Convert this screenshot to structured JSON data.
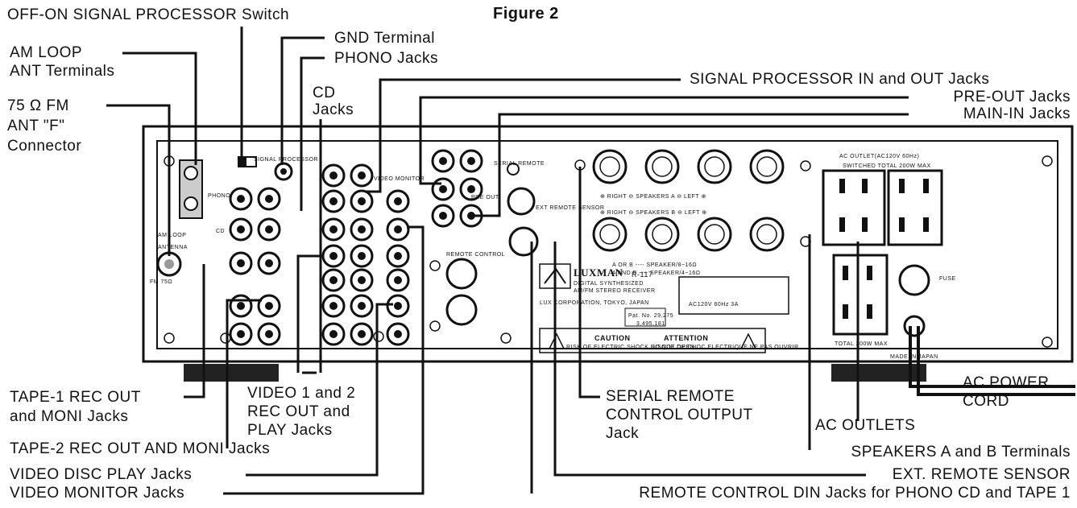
{
  "figure_title": "Figure 2",
  "callouts": {
    "off_on_switch": "OFF-ON SIGNAL PROCESSOR Switch",
    "gnd_terminal": "GND Terminal",
    "phono_jacks": "PHONO Jacks",
    "am_loop_1": "AM LOOP",
    "am_loop_2": "ANT Terminals",
    "fm_1": "75 Ω FM",
    "fm_2": "ANT \"F\"",
    "fm_3": "Connector",
    "cd_1": "CD",
    "cd_2": "Jacks",
    "sp_in_out": "SIGNAL PROCESSOR IN and OUT Jacks",
    "pre_out": "PRE-OUT Jacks",
    "main_in": "MAIN-IN Jacks",
    "tape1_1": "TAPE-1 REC OUT",
    "tape1_2": "and MONI Jacks",
    "video12_1": "VIDEO 1 and 2",
    "video12_2": "REC OUT and",
    "video12_3": "PLAY Jacks",
    "tape2": "TAPE-2 REC OUT AND MONI Jacks",
    "video_disc": "VIDEO DISC PLAY Jacks",
    "video_monitor": "VIDEO MONITOR Jacks",
    "serial_1": "SERIAL REMOTE",
    "serial_2": "CONTROL OUTPUT",
    "serial_3": "Jack",
    "ac_outlets": "AC OUTLETS",
    "ac_power_1": "AC POWER",
    "ac_power_2": "CORD",
    "speakers": "SPEAKERS A and B Terminals",
    "ext_remote": "EXT. REMOTE SENSOR",
    "remote_din": "REMOTE CONTROL DIN Jacks for PHONO CD and TAPE 1"
  },
  "panel": {
    "brand": "LUXMAN",
    "model": "R-117",
    "desc1": "DIGITAL SYNTHESIZED",
    "desc2": "AM/FM STEREO RECEIVER",
    "maker": "LUX CORPORATION, TOKYO, JAPAN",
    "caution": "CAUTION",
    "caution_sub": "RISK OF ELECTRIC SHOCK DO NOT OPEN",
    "attention": "ATTENTION",
    "attention_sub": "RISQUE DE CHOC ELECTRIQUE NE PAS OUVRIR",
    "ac_outlet_hdr": "AC OUTLET(AC120V 60Hz)",
    "switched": "SWITCHED TOTAL 200W MAX",
    "total": "TOTAL 200W MAX",
    "made_in": "MADE IN JAPAN",
    "fuse": "FUSE",
    "rating": "AC120V  60Hz  3A",
    "pat": "Pat. No. 29,275",
    "pat2": "3,495,181",
    "serial_remote": "SERIAL REMOTE",
    "ext_remote": "EXT REMOTE SENSOR",
    "remote_control": "REMOTE CONTROL",
    "video_monitor": "VIDEO MONITOR",
    "pre_out": "PRE OUT",
    "phono": "PHONO",
    "cd": "CD",
    "am_loop": "AM LOOP",
    "antenna": "ANTENNA",
    "fm": "FM 75Ω",
    "spk_a": "⊕  RIGHT  ⊖  SPEAKERS A  ⊖  LEFT  ⊕",
    "spk_b": "⊕  RIGHT  ⊖  SPEAKERS B  ⊖  LEFT  ⊕",
    "spk_imp1": "A OR B ---- SPEAKER/8~16Ω",
    "spk_imp2": "A AND B ---- SPEAKER/4~16Ω"
  }
}
